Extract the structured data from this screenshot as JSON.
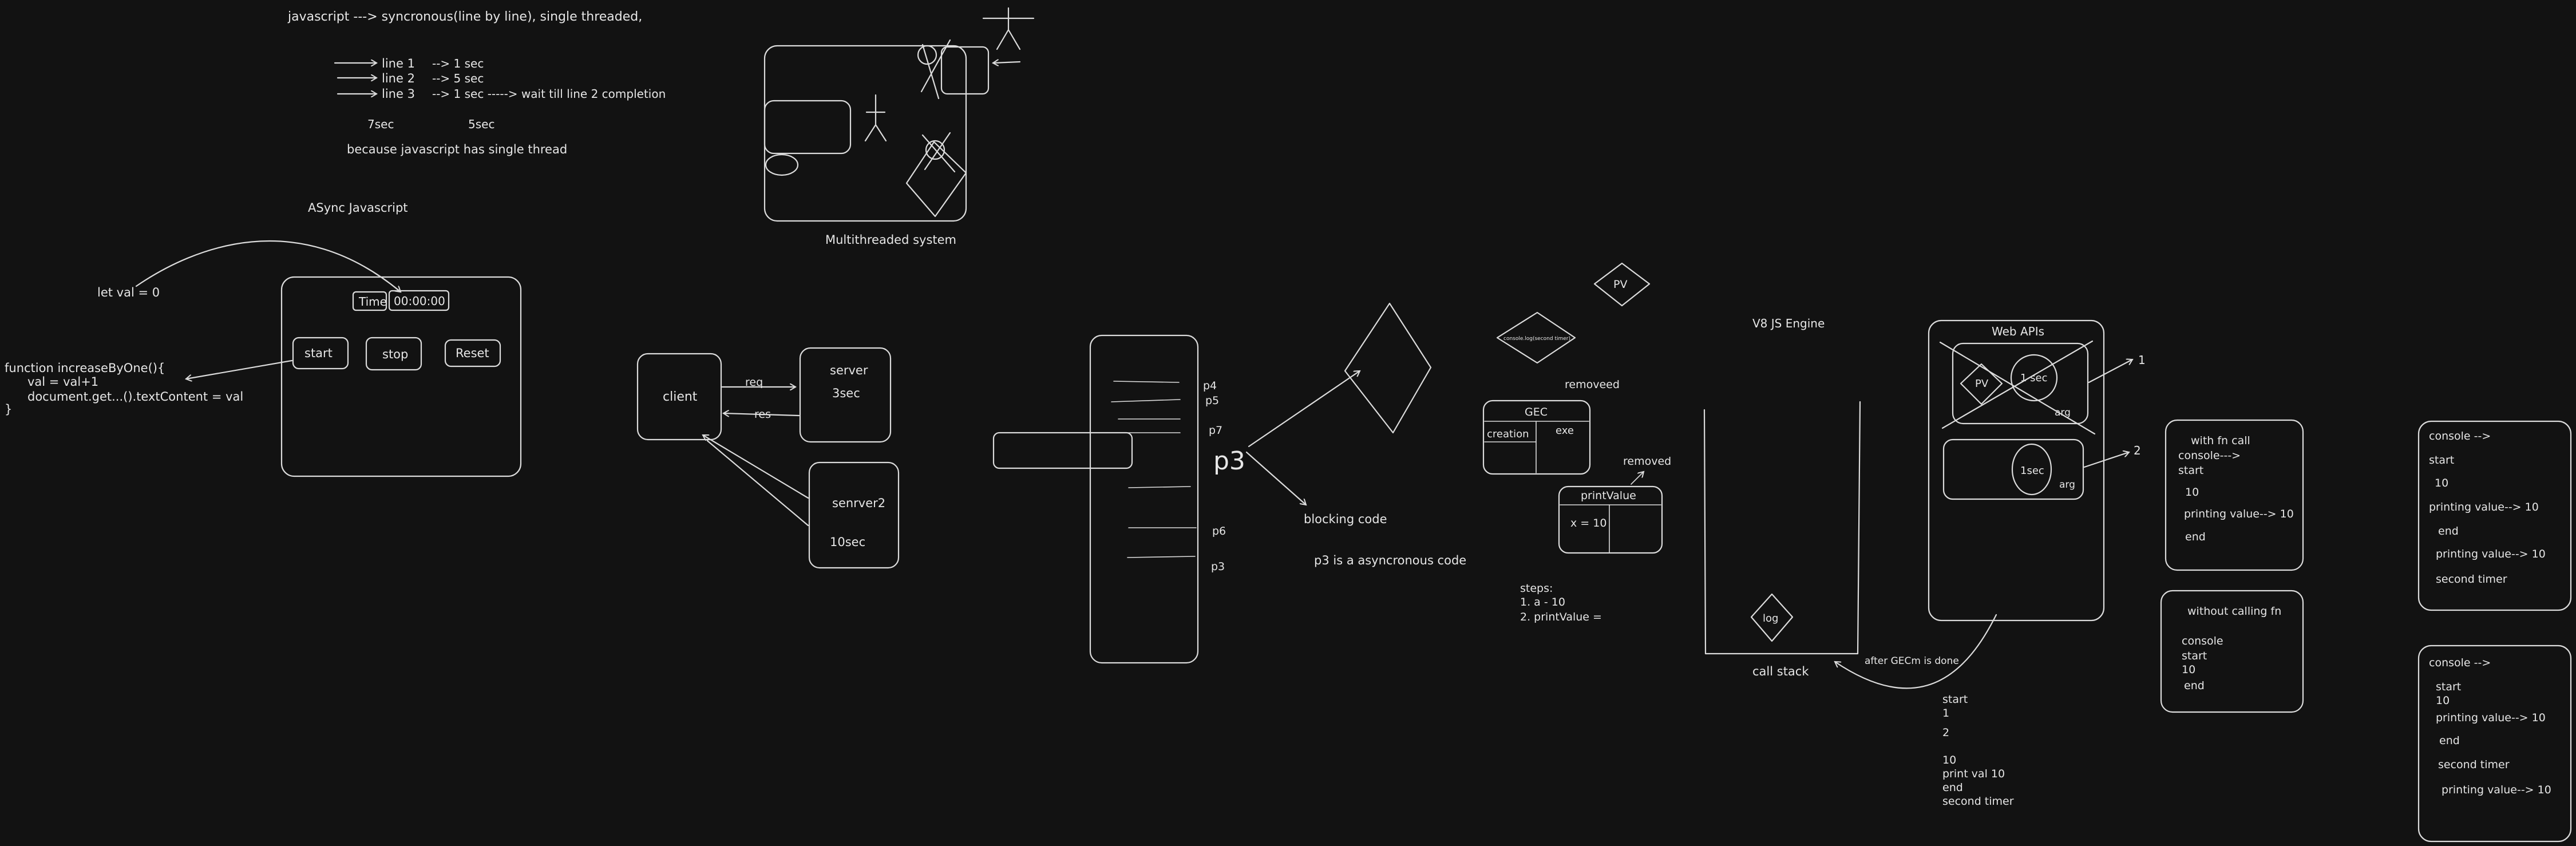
{
  "sync": {
    "title": "javascript ---> syncronous(line by line), single threaded,",
    "lines": [
      "line 1",
      "line 2",
      "line 3"
    ],
    "times": [
      "--> 1 sec",
      "--> 5 sec",
      "--> 1 sec -----> wait till line 2 completion"
    ],
    "total_left": "7sec",
    "total_right": "5sec",
    "reason": "because javascript has single thread"
  },
  "multithread": {
    "caption": "Multithreaded system"
  },
  "async": {
    "heading": "ASync Javascript",
    "let_val": "let val = 0",
    "fn_lines": [
      "function increaseByOne(){",
      "val = val+1",
      "document.get...().textContent = val",
      "}"
    ],
    "timer": {
      "label": "Time",
      "value": "00:00:00",
      "start": "start",
      "stop": "stop",
      "reset": "Reset"
    }
  },
  "client_server": {
    "client": "client",
    "server": "server",
    "server_time": "3sec",
    "server2": "senrver2",
    "server2_time": "10sec",
    "req": "req",
    "res": "res"
  },
  "threads": {
    "labels": [
      "p4",
      "p5",
      "p7",
      "p6",
      "p3"
    ],
    "big_label": "p3",
    "blocking": "blocking code",
    "async_note": "p3 is a asyncronous code"
  },
  "engine": {
    "pv_diamond": "PV",
    "console_diamond": "console.log(second timer)",
    "removed_1": "removeed",
    "removed_2": "removed",
    "gec_title": "GEC",
    "gec_creation": "creation",
    "gec_exe": "exe",
    "pv_title": "printValue",
    "pv_x": "x = 10",
    "steps": [
      "steps:",
      "1. a - 10",
      "2. printValue ="
    ],
    "v8": "V8 JS Engine",
    "log": "log",
    "call_stack": "call stack",
    "after_gec": "after GECm is done",
    "web_apis": "Web APIs",
    "pv": "PV",
    "sec1": "1 sec",
    "arg": "arg",
    "sec1b": "1sec",
    "arg2": "arg",
    "num_1": "1",
    "num_2": "2"
  },
  "output_bottom": [
    "start",
    "1",
    "2",
    "",
    "10",
    "print val 10",
    "end",
    "second timer"
  ],
  "with_fn": {
    "title": "with fn call",
    "lines": [
      "console--->",
      "start",
      "10",
      "printing value--> 10",
      "end"
    ]
  },
  "without_fn": {
    "title": "without calling fn",
    "lines": [
      "console",
      "start",
      "10",
      "end"
    ]
  },
  "console_top": {
    "lines": [
      "console -->",
      "start",
      "10",
      "printing value--> 10",
      "end",
      "printing value--> 10",
      "second timer"
    ]
  },
  "console_bottom": {
    "lines": [
      "console -->",
      "start",
      "10",
      "printing value--> 10",
      "end",
      "second timer",
      "printing value--> 10"
    ]
  }
}
